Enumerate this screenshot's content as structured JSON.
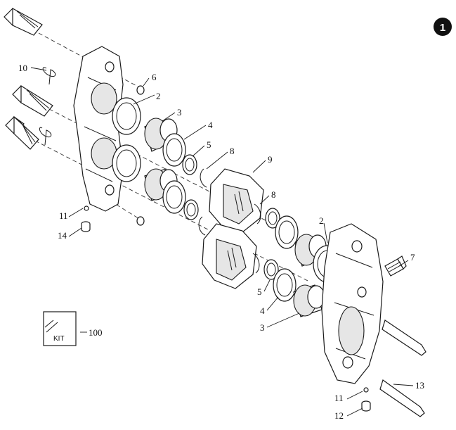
{
  "badge": "1",
  "kit_text": "KIT",
  "callouts": [
    "1",
    "2",
    "2",
    "3",
    "3",
    "4",
    "4",
    "5",
    "5",
    "6",
    "7",
    "8",
    "8",
    "9",
    "10",
    "11",
    "11",
    "12",
    "13",
    "14",
    "100"
  ]
}
